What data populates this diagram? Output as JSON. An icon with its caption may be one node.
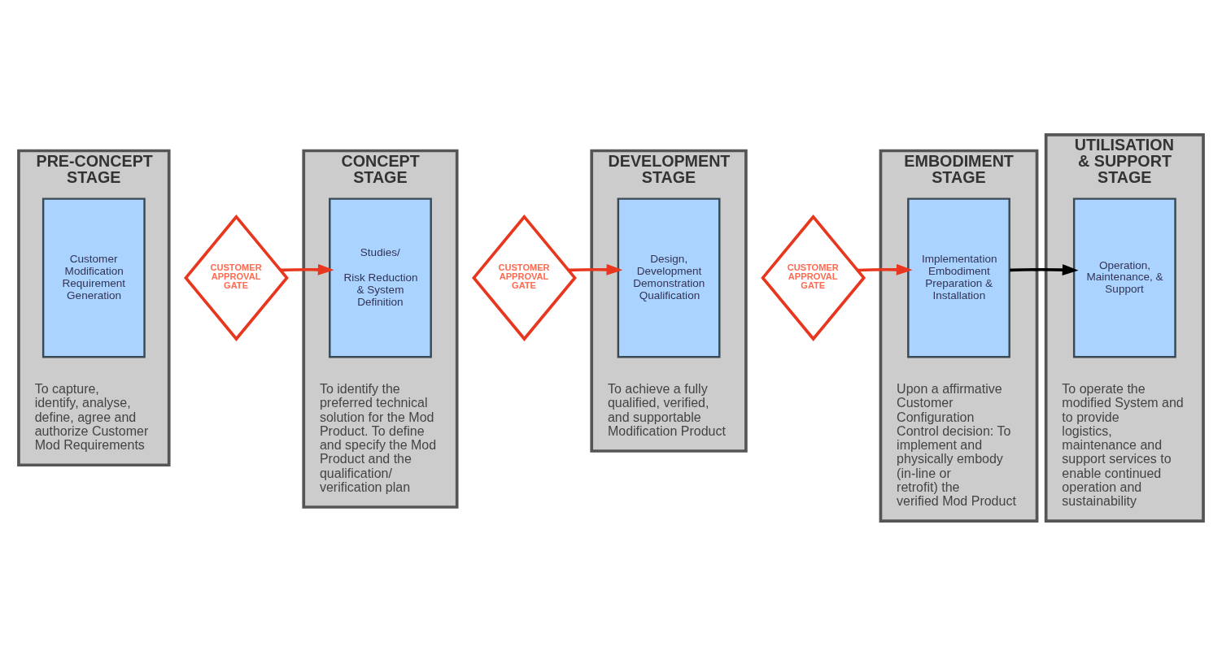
{
  "diagram": {
    "nodes": [
      {
        "text": [
          "PRE-CONCEPT STAGE",
          "To capture, identify, analyse, define, agree and authorize Customer Mod Requirements"
        ]
      },
      {
        "text": [
          "Customer Modification Requirement Generation"
        ],
        "in": 0
      },
      {
        "text": [
          "CUSTOMER APPROVAL GATE"
        ]
      },
      {
        "text": [
          "CONCEPT STAGE",
          "To identify the preferred technical solution for the Mod Product. To define and specify the Mod Product and the qualification/ verification plan"
        ]
      },
      {
        "text": [
          "Studies/",
          "Risk Reduction & System Definition"
        ],
        "in": 3
      },
      {
        "text": [
          "CUSTOMER APPROVAL GATE"
        ]
      },
      {
        "text": [
          "DEVELOPMENT STAGE",
          "To achieve a fully qualified, verified, and supportable Modification Product"
        ]
      },
      {
        "text": [
          "Design, Development Demonstration Qualification"
        ],
        "in": 6
      },
      {
        "text": [
          "CUSTOMER APPROVAL GATE"
        ]
      },
      {
        "text": [
          "EMBODIMENT STAGE",
          "Upon a affirmative Customer Configuration Control decision: To implement and physically embody (in-line or retrofit) the verified Mod Product"
        ]
      },
      {
        "text": [
          "Implementation Embodiment Preparation & Installation"
        ],
        "in": 9
      },
      {
        "text": [
          "UTILISATION & SUPPORT STAGE",
          "To operate the modified System and to provide logistics, maintenance and support services to enable continued operation and sustainability"
        ]
      },
      {
        "text": [
          "Operation, Maintenance, & Support"
        ],
        "in": 11
      }
    ],
    "edges": [
      {
        "from": 2,
        "to": 4,
        "arrow": "to"
      },
      {
        "from": 5,
        "to": 7,
        "arrow": "to"
      },
      {
        "from": 8,
        "to": 10,
        "arrow": "to"
      },
      {
        "from": 10,
        "to": 12,
        "arrow": "to",
        "color": "#000000"
      }
    ]
  }
}
